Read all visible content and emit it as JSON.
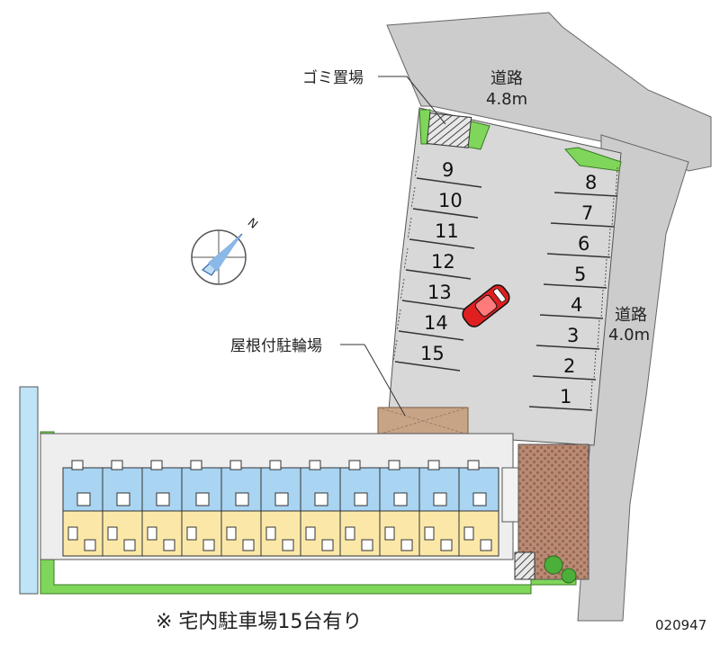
{
  "labels": {
    "garbage": "ゴミ置場",
    "road_top_name": "道路",
    "road_top_width": "4.8m",
    "road_right_name": "道路",
    "road_right_width": "4.0m",
    "bicycle_parking": "屋根付駐輪場",
    "compass_north": "N",
    "footer_note": "※ 宅内駐車場15台有り",
    "property_code": "020947"
  },
  "parking_spaces": {
    "left": [
      "9",
      "10",
      "11",
      "12",
      "13",
      "14",
      "15"
    ],
    "right": [
      "8",
      "7",
      "6",
      "5",
      "4",
      "3",
      "2",
      "1"
    ]
  },
  "building_units": 11,
  "colors": {
    "road": "#cccccc",
    "lot": "#d8d8d8",
    "grass": "#7fd65a",
    "unit_blue": "#a9d4f2",
    "unit_yellow": "#fbe8a8",
    "brick": "#b0806a",
    "bike_shed": "#c8a487",
    "car": "#e02020"
  }
}
